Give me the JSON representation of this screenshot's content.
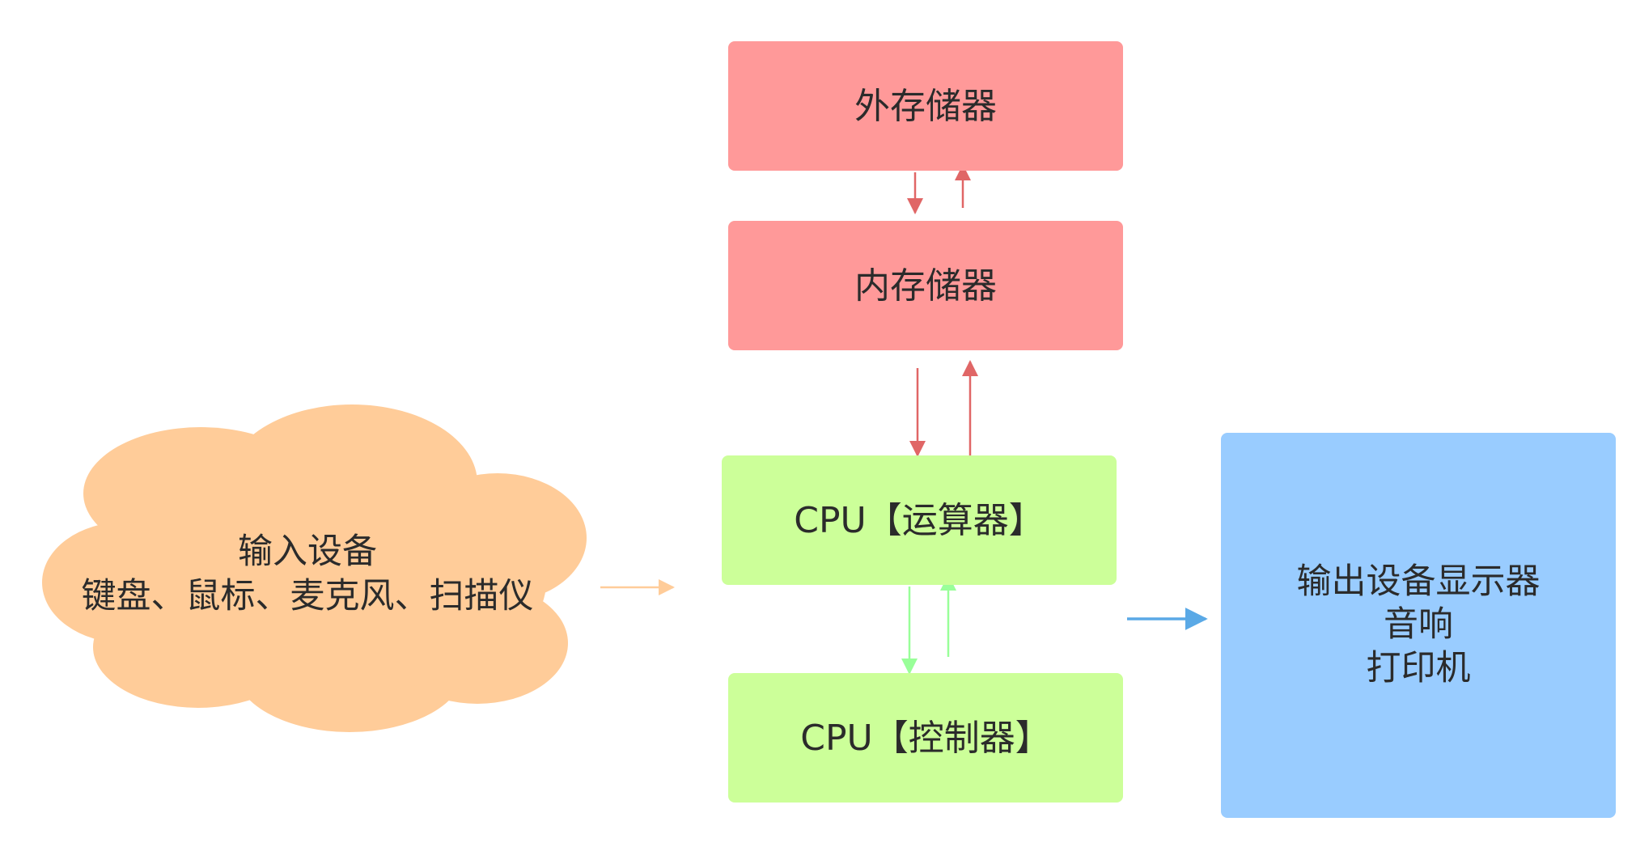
{
  "nodes": {
    "external_storage": "外存储器",
    "internal_storage": "内存储器",
    "cpu_alu": "CPU【运算器】",
    "cpu_control": "CPU【控制器】",
    "input": {
      "line1": "输入设备",
      "line2": "键盘、鼠标、麦克风、扫描仪"
    },
    "output": {
      "line1": "输出设备显示器",
      "line2": "音响",
      "line3": "打印机"
    }
  },
  "colors": {
    "storage": "#ff9999",
    "cpu": "#ccff99",
    "output": "#99ccff",
    "input": "#ffcc99",
    "storage_arrow": "#e06666",
    "cpu_arrow": "#99ff99",
    "input_arrow": "#ffcc99",
    "output_arrow": "#5aa9e6"
  }
}
